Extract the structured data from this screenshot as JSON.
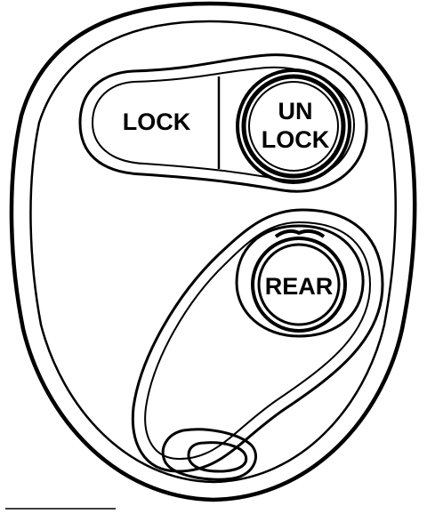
{
  "remote": {
    "buttons": {
      "lock": "LOCK",
      "unlock_line1": "UN",
      "unlock_line2": "LOCK",
      "rear": "REAR"
    }
  },
  "colors": {
    "ink": "#000000",
    "paper": "#ffffff"
  }
}
